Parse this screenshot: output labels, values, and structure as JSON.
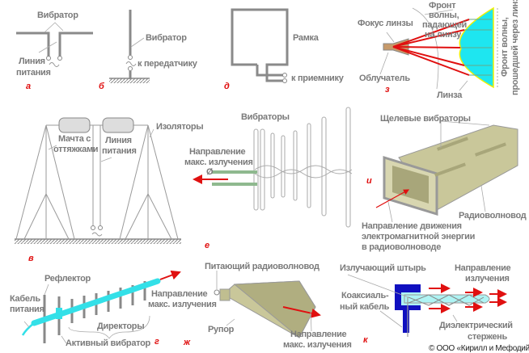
{
  "panels": {
    "a": {
      "letter": "а",
      "vibrator": "Вибратор",
      "line1": "Линия",
      "line2": "питания"
    },
    "b": {
      "letter": "б",
      "vibrator": "Вибратор",
      "to_transmitter": "к передатчику"
    },
    "d": {
      "letter": "д",
      "frame": "Рамка",
      "to_receiver": "к приемнику"
    },
    "z": {
      "letter": "з",
      "focus": "Фокус линзы",
      "front1": "Фронт",
      "front2": "волны,",
      "front3": "падающей",
      "front4": "на линзу",
      "feeder": "Облучатель",
      "lens": "Линза",
      "front_out1": "Фронт волны,",
      "front_out2": "прошедшей через линзу"
    },
    "v": {
      "letter": "в",
      "insulators": "Изоляторы",
      "mast1": "Мачта с",
      "mast2": "оттяжками",
      "line1": "Линия",
      "line2": "питания"
    },
    "e": {
      "letter": "е",
      "vibrators": "Вибраторы",
      "dir1": "Направление",
      "dir2": "макс. излучения"
    },
    "i": {
      "letter": "и",
      "slot": "Щелевые вибраторы",
      "waveguide": "Радиоволновод",
      "dir1": "Направление движения",
      "dir2": "электромагнитной энергии",
      "dir3": "в радиоволноводе"
    },
    "g": {
      "letter": "г",
      "reflector": "Рефлектор",
      "cable1": "Кабель",
      "cable2": "питания",
      "dir1": "Направление",
      "dir2": "макс. излучения",
      "directors": "Директоры",
      "active": "Активный вибратор"
    },
    "zh": {
      "letter": "ж",
      "feed": "Питающий радиоволновод",
      "horn": "Рупор",
      "dir1": "Направление",
      "dir2": "макс. излучения"
    },
    "k": {
      "letter": "к",
      "pin": "Излучающий штырь",
      "dir1": "Направление",
      "dir2": "излучения",
      "coax1": "Коаксиаль-",
      "coax2": "ный кабель",
      "diel1": "Диэлектрический",
      "diel2": "стержень"
    }
  },
  "copyright": "© ООО «Кирилл и Мефодий»",
  "colors": {
    "line": "#8a8a8a",
    "accent": "#e01010",
    "lens": "#00e5ee",
    "cable": "#33e0e8",
    "waveguide": "#c9c79a",
    "coax": "#1010c0"
  }
}
